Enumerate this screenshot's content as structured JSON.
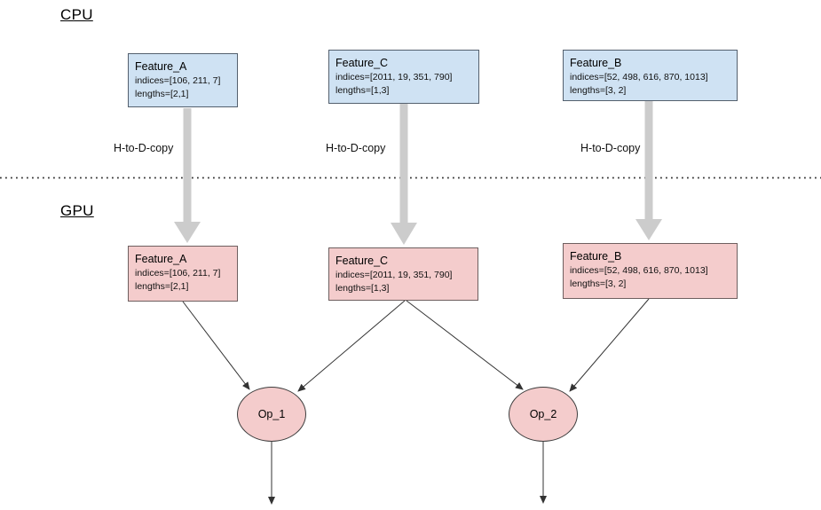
{
  "diagram": {
    "cpu_label": "CPU",
    "gpu_label": "GPU",
    "copy_label": "H-to-D-copy",
    "colors": {
      "cpu_box_fill": "#cfe2f3",
      "gpu_box_fill": "#f4cccc",
      "op_fill": "#f4cccc",
      "thick_arrow": "#cccccc",
      "thin_arrow": "#333333",
      "divider": "#333333"
    },
    "cpu_boxes": [
      {
        "title": "Feature_A",
        "indices": "indices=[106, 211, 7]",
        "lengths": "lengths=[2,1]"
      },
      {
        "title": "Feature_C",
        "indices": "indices=[2011, 19, 351, 790]",
        "lengths": "lengths=[1,3]"
      },
      {
        "title": "Feature_B",
        "indices": "indices=[52, 498, 616, 870, 1013]",
        "lengths": "lengths=[3, 2]"
      }
    ],
    "gpu_boxes": [
      {
        "title": "Feature_A",
        "indices": "indices=[106, 211, 7]",
        "lengths": "lengths=[2,1]"
      },
      {
        "title": "Feature_C",
        "indices": "indices=[2011, 19, 351, 790]",
        "lengths": "lengths=[1,3]"
      },
      {
        "title": "Feature_B",
        "indices": "indices=[52, 498, 616, 870, 1013]",
        "lengths": "lengths=[3, 2]"
      }
    ],
    "ops": [
      {
        "label": "Op_1"
      },
      {
        "label": "Op_2"
      }
    ]
  }
}
